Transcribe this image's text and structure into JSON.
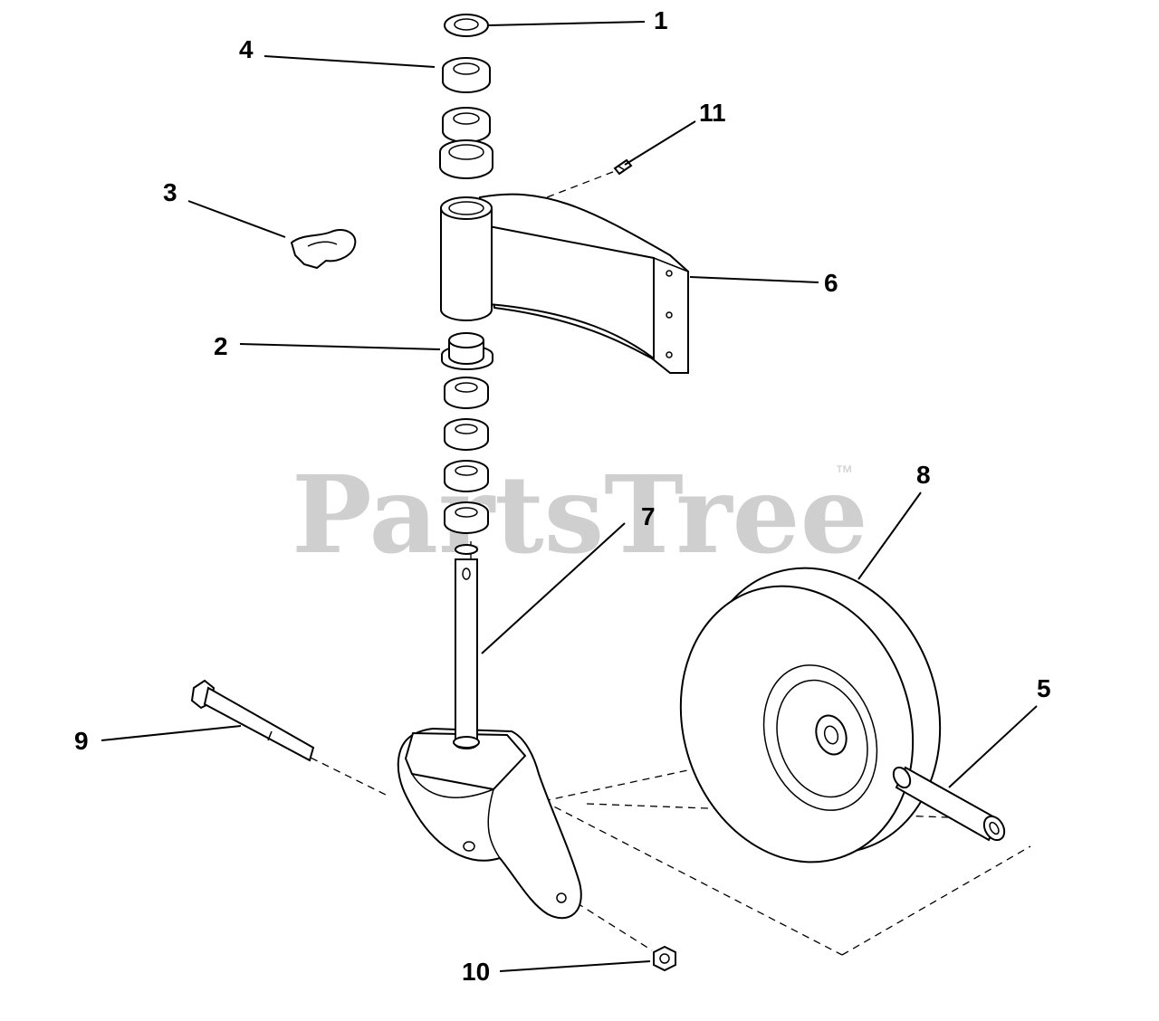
{
  "watermark": {
    "brand": "PartsTree",
    "trademark": "™"
  },
  "callouts": [
    {
      "id": "1",
      "label": "1"
    },
    {
      "id": "2",
      "label": "2"
    },
    {
      "id": "3",
      "label": "3"
    },
    {
      "id": "4",
      "label": "4"
    },
    {
      "id": "5",
      "label": "5"
    },
    {
      "id": "6",
      "label": "6"
    },
    {
      "id": "7",
      "label": "7"
    },
    {
      "id": "8",
      "label": "8"
    },
    {
      "id": "9",
      "label": "9"
    },
    {
      "id": "10",
      "label": "10"
    },
    {
      "id": "11",
      "label": "11"
    }
  ]
}
